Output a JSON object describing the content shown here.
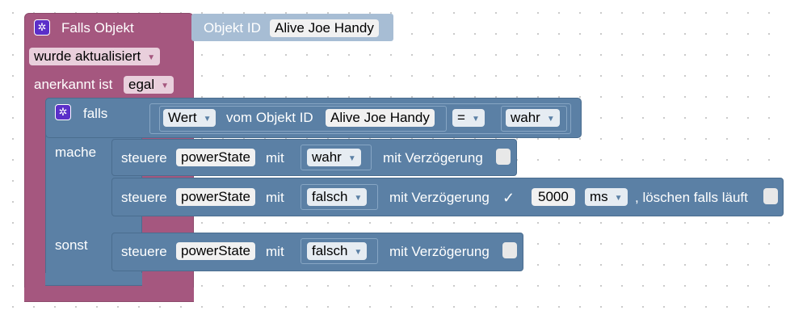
{
  "trigger": {
    "title": "Falls Objekt",
    "id_label": "Objekt ID",
    "object_id": "Alive Joe Handy",
    "mode": "wurde aktualisiert",
    "ack_label": "anerkannt ist",
    "ack_value": "egal"
  },
  "if_block": {
    "falls_label": "falls",
    "mache_label": "mache",
    "sonst_label": "sonst",
    "condition": {
      "prop": "Wert",
      "vom_label": "vom Objekt ID",
      "object_id": "Alive Joe Handy",
      "operator": "=",
      "value": "wahr"
    }
  },
  "control1": {
    "steuere": "steuere",
    "state": "powerState",
    "mit": "mit",
    "value": "wahr",
    "delay_label": "mit Verzögerung"
  },
  "control2": {
    "steuere": "steuere",
    "state": "powerState",
    "mit": "mit",
    "value": "falsch",
    "delay_label": "mit Verzögerung",
    "delay_checked": "✓",
    "delay_ms": "5000",
    "unit": "ms",
    "clear_label": ", löschen falls läuft"
  },
  "control3": {
    "steuere": "steuere",
    "state": "powerState",
    "mit": "mit",
    "value": "falsch",
    "delay_label": "mit Verzögerung"
  },
  "colors": {
    "trigger_block": "#a5577f",
    "logic_block": "#5b80a5",
    "value_block": "#a7bdd4",
    "gear": "#5b2fc9"
  }
}
